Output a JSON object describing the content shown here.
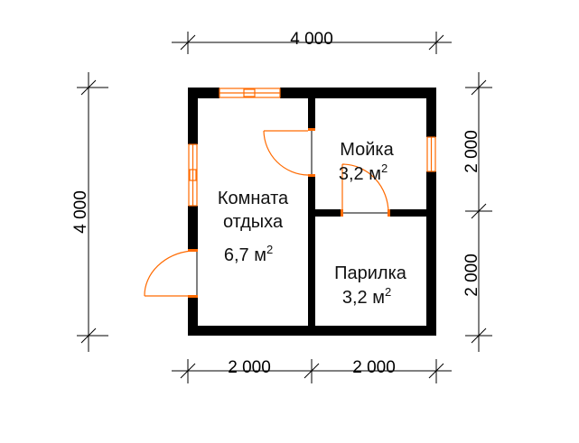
{
  "dimensions": {
    "top": "4 000",
    "left": "4 000",
    "right_upper": "2 000",
    "right_lower": "2 000",
    "bottom_left": "2 000",
    "bottom_right": "2 000"
  },
  "rooms": [
    {
      "name_line1": "Комната",
      "name_line2": "отдыха",
      "area": "6,7 м",
      "sup": "2"
    },
    {
      "name": "Мойка",
      "area": "3,2 м",
      "sup": "2"
    },
    {
      "name": "Парилка",
      "area": "3,2 м",
      "sup": "2"
    }
  ],
  "colors": {
    "wall": "#000000",
    "openings": "#ff6a00"
  }
}
